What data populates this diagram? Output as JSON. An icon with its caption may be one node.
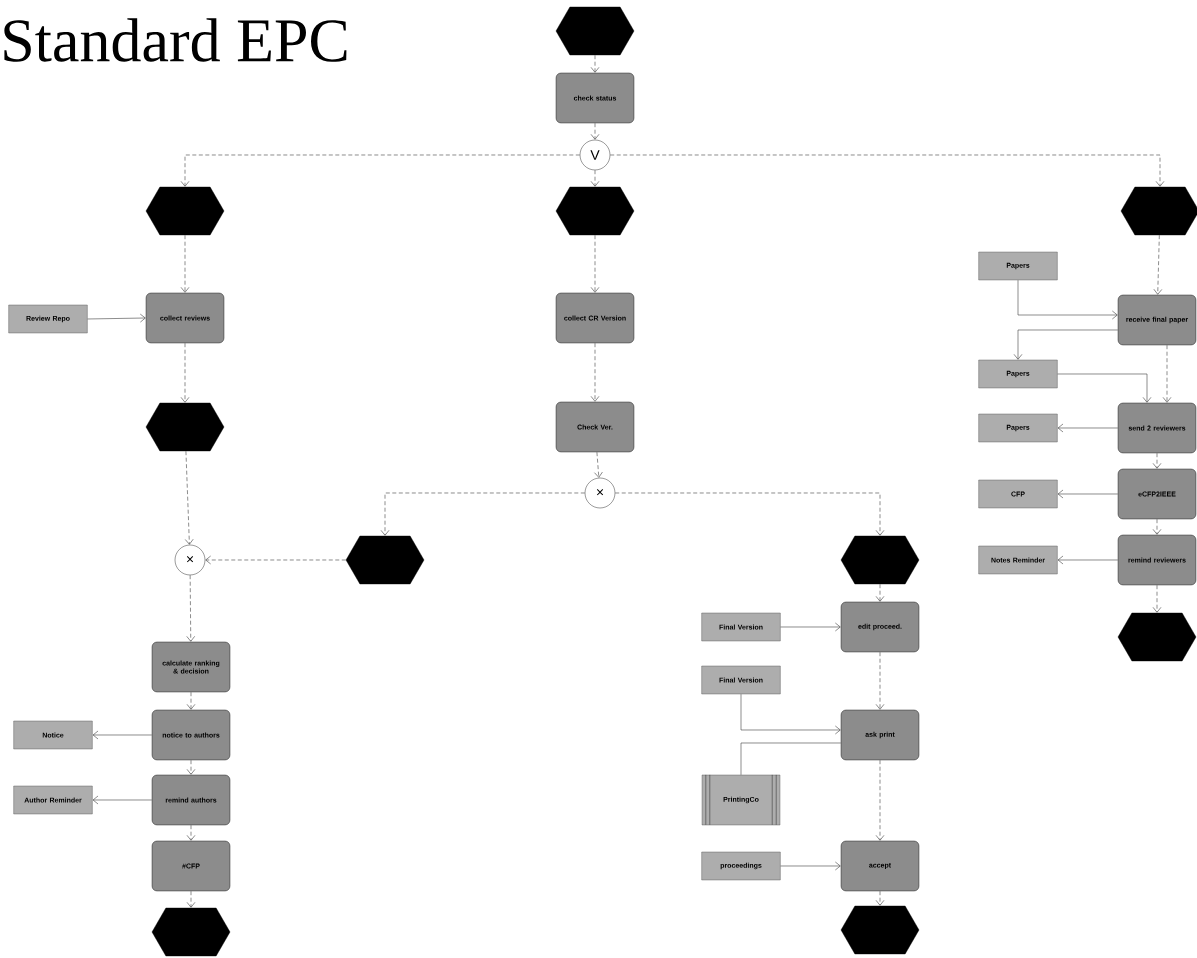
{
  "diagram": {
    "title": "Standard EPC",
    "nodes": [
      {
        "text": [],
        "shape": "hexagon"
      },
      {
        "text": [
          "check status"
        ]
      },
      {
        "text": [
          "V"
        ]
      },
      {
        "text": [],
        "shape": "hexagon"
      },
      {
        "text": [],
        "shape": "hexagon"
      },
      {
        "text": [],
        "shape": "hexagon"
      },
      {
        "text": [
          "Review Repo"
        ]
      },
      {
        "text": [
          "collect reviews"
        ]
      },
      {
        "text": [],
        "shape": "hexagon"
      },
      {
        "text": [
          "collect CR Version"
        ]
      },
      {
        "text": [
          "Check Ver."
        ]
      },
      {
        "text": [
          "×"
        ]
      },
      {
        "text": [],
        "shape": "hexagon"
      },
      {
        "text": [],
        "shape": "hexagon"
      },
      {
        "text": [
          "×"
        ]
      },
      {
        "text": [
          "Papers"
        ]
      },
      {
        "text": [
          "receive final paper"
        ]
      },
      {
        "text": [
          "Papers"
        ]
      },
      {
        "text": [
          "send 2 reviewers"
        ]
      },
      {
        "text": [
          "Papers"
        ]
      },
      {
        "text": [
          "eCFP2IEEE"
        ]
      },
      {
        "text": [
          "CFP"
        ]
      },
      {
        "text": [
          "remind reviewers"
        ]
      },
      {
        "text": [
          "Notes Reminder"
        ]
      },
      {
        "text": [],
        "shape": "hexagon"
      },
      {
        "text": [
          "calculate ranking & decision"
        ]
      },
      {
        "text": [
          "Notice"
        ]
      },
      {
        "text": [
          "notice to authors"
        ]
      },
      {
        "text": [
          "Author Reminder"
        ]
      },
      {
        "text": [
          "remind authors"
        ]
      },
      {
        "text": [
          "#CFP"
        ]
      },
      {
        "text": [],
        "shape": "hexagon"
      },
      {
        "text": [
          "Final Version"
        ]
      },
      {
        "text": [
          "edit proceed."
        ]
      },
      {
        "text": [
          "Final Version"
        ]
      },
      {
        "text": [
          "ask print"
        ]
      },
      {
        "text": [
          "PrintingCo"
        ]
      },
      {
        "text": [
          "proceedings"
        ]
      },
      {
        "text": [
          "accept"
        ]
      },
      {
        "text": [],
        "shape": "hexagon"
      }
    ],
    "edges": [
      {
        "from": 0,
        "to": 1,
        "arrow": "to",
        "style": "dashed"
      },
      {
        "from": 1,
        "to": 2,
        "arrow": "to",
        "style": "dashed"
      },
      {
        "from": 2,
        "to": 3,
        "arrow": "to",
        "style": "dashed"
      },
      {
        "from": 2,
        "to": 4,
        "arrow": "to",
        "style": "dashed"
      },
      {
        "from": 2,
        "to": 5,
        "arrow": "to",
        "style": "dashed"
      },
      {
        "from": 3,
        "to": 7,
        "arrow": "to",
        "style": "dashed"
      },
      {
        "from": 6,
        "to": 7,
        "arrow": "to"
      },
      {
        "from": 7,
        "to": 8,
        "arrow": "to",
        "style": "dashed"
      },
      {
        "from": 8,
        "to": 14,
        "arrow": "to",
        "style": "dashed"
      },
      {
        "from": 4,
        "to": 9,
        "arrow": "to",
        "style": "dashed"
      },
      {
        "from": 9,
        "to": 10,
        "arrow": "to",
        "style": "dashed"
      },
      {
        "from": 10,
        "to": 11,
        "arrow": "to",
        "style": "dashed"
      },
      {
        "from": 11,
        "to": 12,
        "arrow": "to",
        "style": "dashed"
      },
      {
        "from": 11,
        "to": 13,
        "arrow": "to",
        "style": "dashed"
      },
      {
        "from": 12,
        "to": 14,
        "arrow": "to",
        "style": "dashed"
      },
      {
        "from": 5,
        "to": 16,
        "arrow": "to",
        "style": "dashed"
      },
      {
        "from": 15,
        "to": 16,
        "arrow": "to"
      },
      {
        "from": 16,
        "to": 17,
        "arrow": "to"
      },
      {
        "from": 17,
        "to": 18,
        "arrow": "to"
      },
      {
        "from": 16,
        "to": 18,
        "arrow": "to",
        "style": "dashed"
      },
      {
        "from": 18,
        "to": 19,
        "arrow": "to"
      },
      {
        "from": 18,
        "to": 20,
        "arrow": "to",
        "style": "dashed"
      },
      {
        "from": 20,
        "to": 21,
        "arrow": "to"
      },
      {
        "from": 20,
        "to": 22,
        "arrow": "to",
        "style": "dashed"
      },
      {
        "from": 22,
        "to": 23,
        "arrow": "to"
      },
      {
        "from": 22,
        "to": 24,
        "arrow": "to",
        "style": "dashed"
      },
      {
        "from": 14,
        "to": 25,
        "arrow": "to",
        "style": "dashed"
      },
      {
        "from": 25,
        "to": 27,
        "arrow": "to",
        "style": "dashed"
      },
      {
        "from": 27,
        "to": 26,
        "arrow": "to"
      },
      {
        "from": 27,
        "to": 29,
        "arrow": "to",
        "style": "dashed"
      },
      {
        "from": 29,
        "to": 28,
        "arrow": "to"
      },
      {
        "from": 29,
        "to": 30,
        "arrow": "to",
        "style": "dashed"
      },
      {
        "from": 30,
        "to": 31,
        "arrow": "to",
        "style": "dashed"
      },
      {
        "from": 13,
        "to": 33,
        "arrow": "to",
        "style": "dashed"
      },
      {
        "from": 32,
        "to": 33,
        "arrow": "to"
      },
      {
        "from": 33,
        "to": 35,
        "arrow": "to",
        "style": "dashed"
      },
      {
        "from": 34,
        "to": 35,
        "arrow": "to"
      },
      {
        "from": 36,
        "to": 35,
        "arrow": "none"
      },
      {
        "from": 35,
        "to": 38,
        "arrow": "to",
        "style": "dashed"
      },
      {
        "from": 37,
        "to": 38,
        "arrow": "to"
      },
      {
        "from": 38,
        "to": 39,
        "arrow": "to",
        "style": "dashed"
      }
    ]
  }
}
